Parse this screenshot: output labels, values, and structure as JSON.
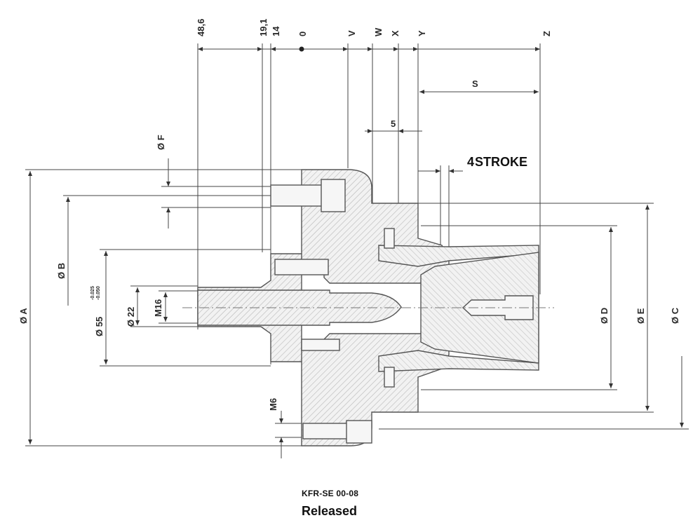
{
  "drawing": {
    "top_dims": [
      "48,6",
      "19,1",
      "14",
      "0",
      "V",
      "W",
      "X",
      "Y",
      "Z"
    ],
    "labels": {
      "s": "S",
      "five": "5",
      "stroke_num": "4",
      "stroke": "STROKE",
      "dia_f": "Ø F",
      "dia_a": "Ø A",
      "dia_b": "Ø B",
      "dia_55": "Ø 55",
      "tol_upper": "-0.025",
      "tol_lower": "-0.050",
      "dia_22": "Ø 22",
      "m16": "M16",
      "m6": "M6",
      "dia_d": "Ø D",
      "dia_e": "Ø E",
      "dia_c": "Ø C"
    }
  },
  "caption": {
    "code": "KFR-SE 00-08",
    "status": "Released"
  }
}
